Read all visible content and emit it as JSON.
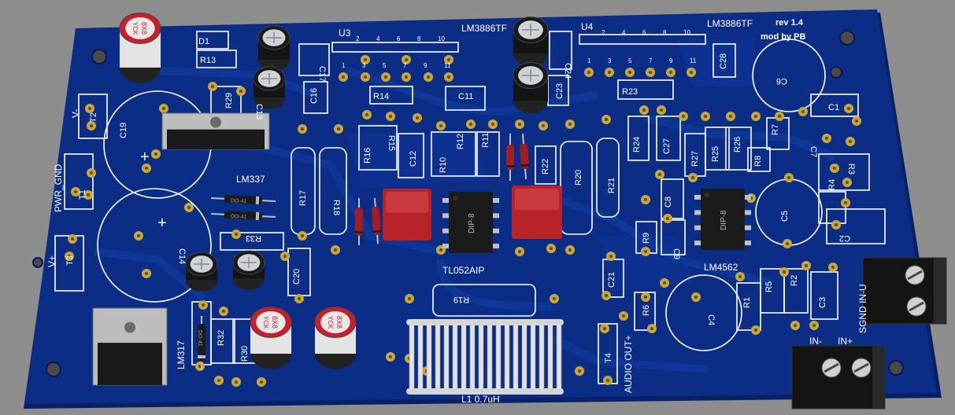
{
  "board": {
    "colors": {
      "background": "#8d8d8d",
      "pcb": "#0b2d86",
      "pcb_edge": "#082066",
      "trace": "#0f3aa0",
      "silk": "#ffffff",
      "pad": "#c9a63a",
      "cap_red": "#b8232a",
      "cap_black": "#111111",
      "heatsink": "#d8d8d8"
    },
    "revision": "rev 1.4",
    "mod_by": "mod by PB",
    "inductor_label": "L1  0.7uH",
    "opamp1_part": "TL052AIP",
    "opamp2_part": "LM4562",
    "package_dip": "DIP-8",
    "regulator_top": "LM337",
    "regulator_bottom": "LM317",
    "amp_label": "LM3886TF",
    "u3": "U3",
    "u4": "U4",
    "pin_even": [
      "2",
      "4",
      "6",
      "8",
      "10"
    ],
    "pin_odd": [
      "1",
      "3",
      "5",
      "7",
      "9",
      "11"
    ],
    "diode_pkg": "DO-41",
    "cap_marking": "8X8",
    "cap_brand": "YCK",
    "terminals": {
      "pwr_gnd": "PWR_GND",
      "v_minus": "V-",
      "v_plus": "V+",
      "sgnd_in": "SGND IN-U",
      "in_minus": "IN-",
      "in_plus": "IN+",
      "audio_out": "AUDIO OUT+"
    },
    "labels": {
      "T1": "T1",
      "T2": "T2",
      "T3": "T3",
      "T4": "T4",
      "D1": "D1",
      "R1": "R1",
      "R2": "R2",
      "R3": "R3",
      "R4": "R4",
      "R5": "R5",
      "R6": "R6",
      "R7": "R7",
      "R8": "R8",
      "R9": "R9",
      "R10": "R10",
      "R11": "R11",
      "R12": "R12",
      "R13": "R13",
      "R14": "R14",
      "R15": "R15",
      "R16": "R16",
      "R17": "R17",
      "R18": "R18",
      "R19": "R19",
      "R20": "R20",
      "R21": "R21",
      "R22": "R22",
      "R23": "R23",
      "R24": "R24",
      "R25": "R25",
      "R26": "R26",
      "R27": "R27",
      "R29": "R29",
      "R30": "R30",
      "R32": "R32",
      "R33": "R33",
      "C1": "C1",
      "C2": "C2",
      "C3": "C3",
      "C4": "C4",
      "C5": "C5",
      "C6": "C6",
      "C7": "C7",
      "C8": "C8",
      "C9": "C9",
      "C11": "C11",
      "C12": "C12",
      "C13": "C13",
      "C14": "C14",
      "C16": "C16",
      "C17": "C17",
      "C19": "C19",
      "C20": "C20",
      "C21": "C21",
      "C23": "C23",
      "C24": "C24",
      "C27": "C27",
      "C28": "C28",
      "plus": "+"
    }
  }
}
